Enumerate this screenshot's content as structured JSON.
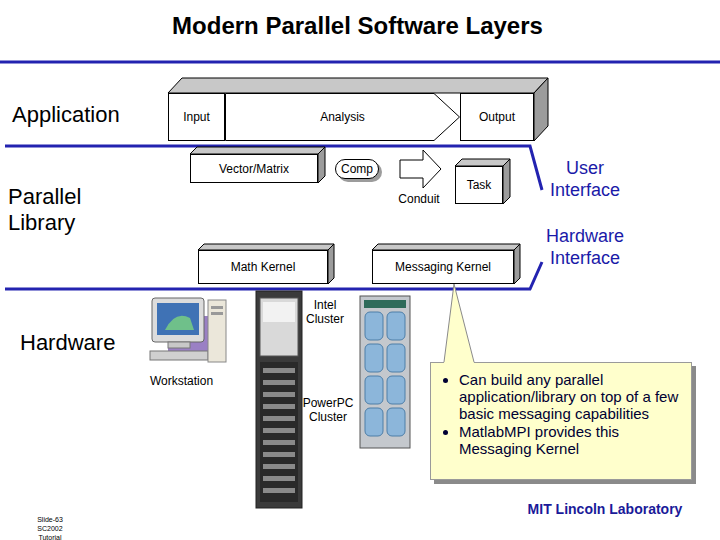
{
  "diagram": {
    "title": "Modern Parallel Software Layers",
    "nodes": [
      {
        "text": [
          "Input"
        ]
      },
      {
        "text": [
          "Analysis"
        ]
      },
      {
        "text": [
          "Output"
        ]
      },
      {
        "text": [
          "Vector/Matrix"
        ]
      },
      {
        "text": [
          "Comp"
        ]
      },
      {
        "text": [
          "Conduit"
        ]
      },
      {
        "text": [
          "Task"
        ]
      },
      {
        "text": [
          "Math Kernel"
        ]
      },
      {
        "text": [
          "Messaging Kernel"
        ]
      },
      {
        "text": [
          "Can build any parallel application/library on top of a few basic messaging capabilities",
          "MatlabMPI provides this Messaging Kernel"
        ]
      }
    ],
    "edges": [
      {
        "from": 9,
        "to": 8,
        "arrow": "none"
      }
    ],
    "labels": [
      "Application",
      "Parallel Library",
      "Hardware",
      "User Interface",
      "Hardware Interface",
      "Workstation",
      "Intel Cluster",
      "PowerPC Cluster",
      "MIT Lincoln Laboratory",
      "Slide-63 SC2002 Tutorial"
    ]
  }
}
